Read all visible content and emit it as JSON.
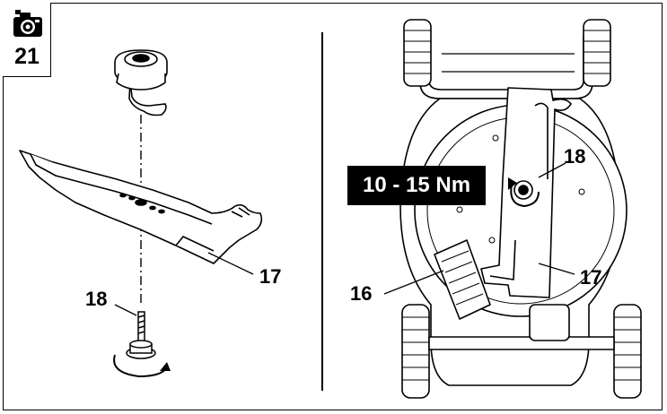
{
  "figure": {
    "number": "21",
    "badge_icon": "camera-icon"
  },
  "left_panel": {
    "callouts": {
      "bolt": "18",
      "blade": "17"
    }
  },
  "right_panel": {
    "torque": "10 - 15 Nm",
    "callouts": {
      "bolt": "18",
      "blade": "17",
      "blade_guard": "16"
    }
  },
  "colors": {
    "line": "#000000",
    "background": "#ffffff",
    "label_box": "#000000",
    "label_text": "#ffffff"
  }
}
